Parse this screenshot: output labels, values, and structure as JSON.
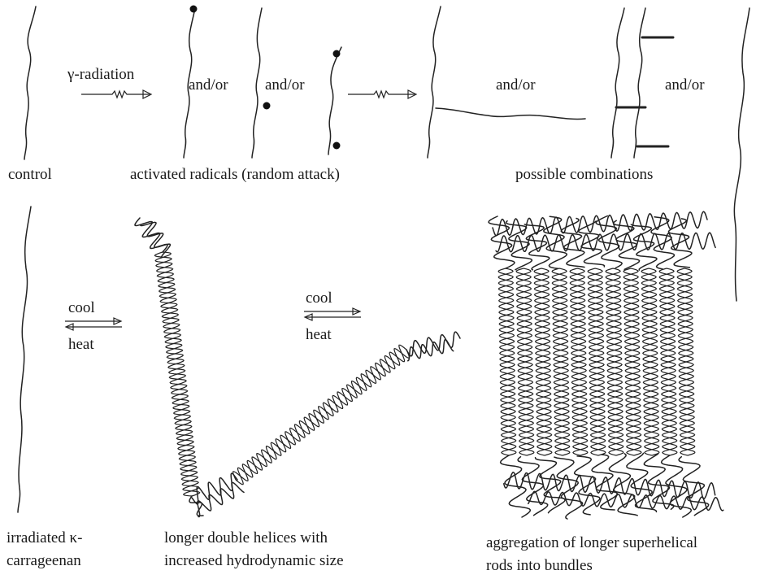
{
  "top_row": {
    "gamma_label": "γ-radiation",
    "andor_1": "and/or",
    "andor_2": "and/or",
    "andor_3": "and/or",
    "andor_4": "and/or",
    "control_label": "control",
    "activated_label": "activated radicals (random attack)",
    "combinations_label": "possible combinations"
  },
  "bottom_row": {
    "cool_1": "cool",
    "heat_1": "heat",
    "cool_2": "cool",
    "heat_2": "heat",
    "irradiated_line1": "irradiated κ-",
    "irradiated_line2": "carrageenan",
    "helices_line1": "longer double helices with",
    "helices_line2": "increased hydrodynamic size",
    "aggregation_line1": "aggregation of longer superhelical",
    "aggregation_line2": "rods into bundles"
  }
}
